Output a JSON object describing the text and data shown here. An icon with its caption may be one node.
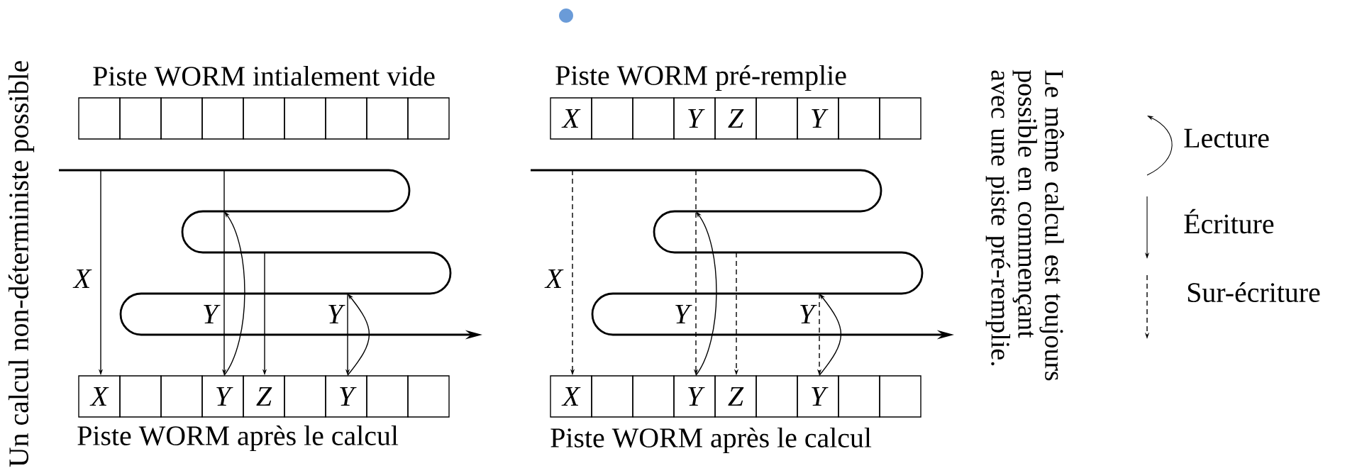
{
  "diagram": {
    "nodes": [
      {
        "text": [],
        "shape": "box"
      },
      {
        "text": [],
        "shape": "box"
      },
      {
        "text": [],
        "shape": "box"
      },
      {
        "text": [],
        "shape": "box"
      },
      {
        "text": [],
        "shape": "box"
      },
      {
        "text": [],
        "shape": "box"
      },
      {
        "text": [],
        "shape": "box"
      },
      {
        "text": [],
        "shape": "box"
      },
      {
        "text": [],
        "shape": "box"
      },
      {
        "text": [
          "X"
        ]
      },
      {
        "text": [],
        "shape": "box"
      },
      {
        "text": [],
        "shape": "box"
      },
      {
        "text": [
          "Y"
        ]
      },
      {
        "text": [
          "Z"
        ]
      },
      {
        "text": [],
        "shape": "box"
      },
      {
        "text": [
          "Y"
        ]
      },
      {
        "text": [],
        "shape": "box"
      },
      {
        "text": [],
        "shape": "box"
      },
      {
        "text": [
          "X"
        ]
      },
      {
        "text": [],
        "shape": "box"
      },
      {
        "text": [],
        "shape": "box"
      },
      {
        "text": [
          "Y"
        ]
      },
      {
        "text": [
          "Z"
        ]
      },
      {
        "text": [],
        "shape": "box"
      },
      {
        "text": [
          "Y"
        ]
      },
      {
        "text": [],
        "shape": "box"
      },
      {
        "text": [],
        "shape": "box"
      },
      {
        "text": [
          "X"
        ]
      },
      {
        "text": [],
        "shape": "box"
      },
      {
        "text": [],
        "shape": "box"
      },
      {
        "text": [
          "Y"
        ]
      },
      {
        "text": [
          "Z"
        ]
      },
      {
        "text": [],
        "shape": "box"
      },
      {
        "text": [
          "Y"
        ]
      },
      {
        "text": [],
        "shape": "box"
      },
      {
        "text": [],
        "shape": "box"
      }
    ],
    "edges": [
      {
        "from": null,
        "to": 9,
        "arrow": "to",
        "label": "X"
      },
      {
        "from": null,
        "to": 12,
        "arrow": "to",
        "label": "Y"
      },
      {
        "from": null,
        "to": 13,
        "arrow": "to"
      },
      {
        "from": null,
        "to": 15,
        "arrow": "to",
        "label": "Y"
      },
      {
        "from": 12,
        "to": null,
        "arrow": "to"
      },
      {
        "from": 15,
        "to": null,
        "arrow": "to"
      },
      {
        "from": null,
        "to": 27,
        "arrow": "to",
        "label": "X",
        "style": "dashed"
      },
      {
        "from": null,
        "to": 30,
        "arrow": "to",
        "label": "Y",
        "style": "dashed"
      },
      {
        "from": null,
        "to": 31,
        "arrow": "to",
        "style": "dashed"
      },
      {
        "from": null,
        "to": 33,
        "arrow": "to",
        "label": "Y",
        "style": "dashed"
      },
      {
        "from": 30,
        "to": null,
        "arrow": "to"
      },
      {
        "from": 33,
        "to": null,
        "arrow": "to"
      }
    ],
    "labels": [
      "Un calcul non-déterministe possible",
      "Piste WORM intialement vide",
      "Piste WORM après le calcul",
      "Piste WORM pré-remplie",
      "Piste WORM après le calcul",
      "Le même calcul est toujours possible en commençant avec une piste pré-remplie."
    ],
    "legend": [
      {
        "text": "Lecture"
      },
      {
        "text": "Écriture"
      },
      {
        "text": "Sur-écriture"
      }
    ]
  }
}
